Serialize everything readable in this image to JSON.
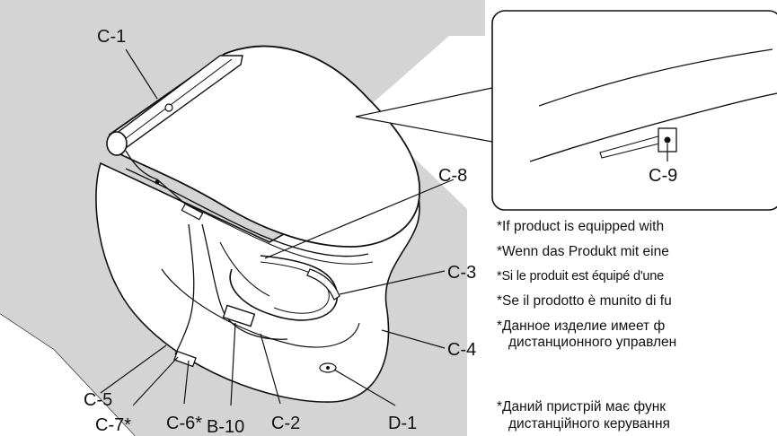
{
  "labels": {
    "c1": "C-1",
    "c2": "C-2",
    "c3": "C-3",
    "c4": "C-4",
    "c5": "C-5",
    "c6": "C-6*",
    "c7": "C-7*",
    "c8": "C-8",
    "c9": "C-9",
    "b10": "B-10",
    "d1": "D-1"
  },
  "notes": [
    {
      "line1": "*If product is equipped with"
    },
    {
      "line1": "*Wenn das Produkt mit eine"
    },
    {
      "line1": "*Si le produit est équipé d'une"
    },
    {
      "line1": "*Se il prodotto è munito di fu"
    },
    {
      "line1": "*Данное изделие имеет ф",
      "line2": "дистанционного управлен"
    },
    {
      "line1": "*Даний пристрій має функ",
      "line2": "дистанційного керування"
    }
  ],
  "colors": {
    "wall": "#d4d4d4",
    "line": "#111111",
    "fill": "#ffffff"
  }
}
